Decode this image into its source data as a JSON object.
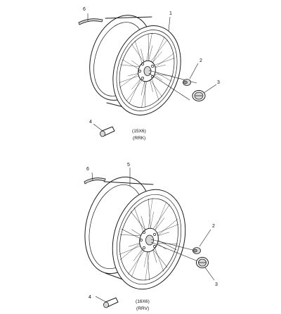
{
  "callouts": {
    "top": {
      "c1": "1",
      "c2": "2",
      "c3": "3",
      "c4": "4",
      "c6": "6"
    },
    "bottom": {
      "c2": "2",
      "c3": "3",
      "c4": "4",
      "c5": "5",
      "c6": "6"
    }
  },
  "captions": {
    "top_size": "(15X6)",
    "top_code": "(RRK)",
    "bottom_size": "(16X6)",
    "bottom_code": "(RRV)"
  }
}
